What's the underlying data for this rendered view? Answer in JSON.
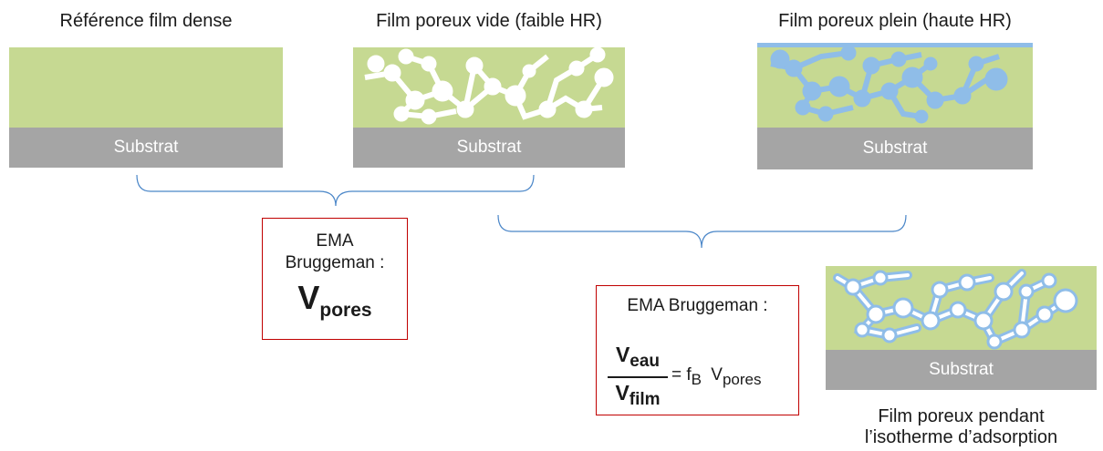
{
  "panels": {
    "dense": {
      "title": "Référence film dense",
      "substrate": "Substrat"
    },
    "empty": {
      "title": "Film poreux vide (faible HR)",
      "substrate": "Substrat"
    },
    "full": {
      "title": "Film poreux plein (haute HR)",
      "substrate": "Substrat"
    },
    "adsorption": {
      "title_line1": "Film poreux pendant",
      "title_line2": "l’isotherme d’adsorption",
      "substrate": "Substrat"
    }
  },
  "box1": {
    "line1": "EMA",
    "line2": "Bruggeman :",
    "v": "V",
    "v_sub": "pores"
  },
  "box2": {
    "line1": "EMA Bruggeman :",
    "num_v": "V",
    "num_sub": "eau",
    "den_v": "V",
    "den_sub": "film",
    "eq": "= f",
    "f_sub": "B",
    "v": "V",
    "v_sub": "pores"
  },
  "colors": {
    "film": "#c6d992",
    "substrate": "#a5a5a5",
    "pores_empty": "#ffffff",
    "pores_water": "#8fbde8",
    "bracket": "#4a86c8",
    "box_border": "#c00000"
  }
}
